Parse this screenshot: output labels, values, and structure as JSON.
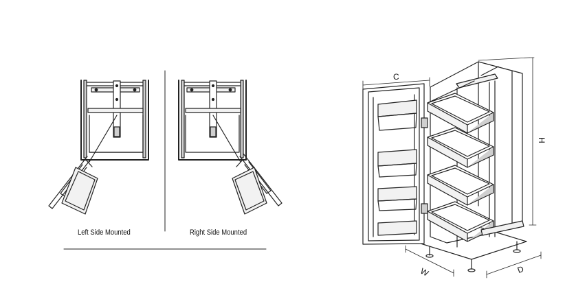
{
  "captions": {
    "left": "Left Side Mounted",
    "right": "Right Side Mounted"
  },
  "dimensions": {
    "c": "C",
    "h": "H",
    "w": "W",
    "d": "D"
  },
  "colors": {
    "line": "#222222",
    "fill_light": "#f2f2f2",
    "fill_mid": "#cfcfcf"
  }
}
